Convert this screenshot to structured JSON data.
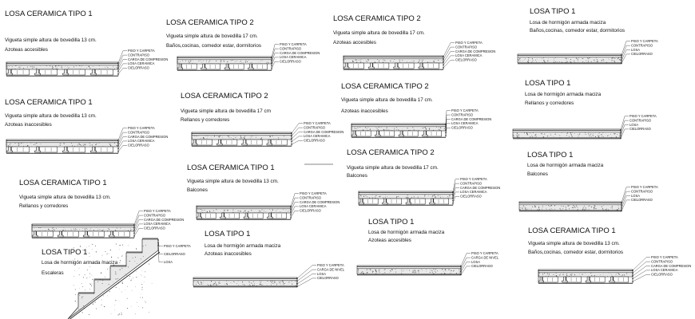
{
  "sections": [
    {
      "title": "LOSA CERAMICA TIPO 1",
      "line1": "Vigueta simple altura de bovedilla 13 cm.",
      "line2": "Azoteas accesibles",
      "labels": [
        "PISO Y CARPETA",
        "CONTRAPISO",
        "CARGA DE COMPRESION",
        "LOSA CERAMICA",
        "CIELORRASO"
      ]
    },
    {
      "title": "LOSA CERAMICA TIPO 2",
      "line1": "Vigueta simple altura de bovedilla 17 cm.",
      "line2": "Baños,cocinas, comedor estar, dormitorios",
      "labels": [
        "PISO Y CARPETA",
        "CONTRAPISO",
        "CARGA DE COMPRESION",
        "LOSA CERAMICA",
        "CIELORRASO"
      ]
    },
    {
      "title": "LOSA CERAMICA TIPO 2",
      "line1": "Vigueta simple altura de bovedilla 17 cm.",
      "line2": "Azoteas accesibles",
      "labels": [
        "PISO Y CARPETA",
        "CONTRAPISO",
        "CARGA DE COMPRESION",
        "LOSA CERAMICA",
        "CIELORRASO"
      ]
    },
    {
      "title": "LOSA TIPO 1",
      "line1": "Losa de hormigón armada maciza",
      "line2": "Baños,cocinas, comedor estar, dormitorios",
      "labels": [
        "PISO Y CARPETA",
        "CONTRAPISO",
        "LOSA",
        "CIELORRASO"
      ]
    },
    {
      "title": "LOSA CERAMICA TIPO 1",
      "line1": "Vigueta simple altura de bovedilla 13 cm.",
      "line2": "Azoteas inaccesibles",
      "labels": [
        "PISO Y CARPETA",
        "CONTRAPISO",
        "CARGA DE COMPRESION",
        "LOSA CERAMICA",
        "CIELORRASO"
      ]
    },
    {
      "title": "LOSA CERAMICA TIPO 2",
      "line1": "Vigueta simple altura de bovedilla 17 cm",
      "line2": "Rellanos y corredores",
      "labels": [
        "PISO Y CARPETA",
        "CONTRAPISO",
        "CARGA DE COMPRESION",
        "LOSA CERAMICA",
        "CIELORRASO"
      ]
    },
    {
      "title": "LOSA CERAMICA TIPO 2",
      "line1": "Vigueta simple altura de bovedilla 17 cm.",
      "line2": "Azoteas inaccesibles",
      "labels": [
        "PISO Y CARPETA",
        "CONTRAPISO",
        "CARGA DE COMPRESION",
        "LOSA CERAMICA",
        "CIELORRASO"
      ]
    },
    {
      "title": "LOSA TIPO 1",
      "line1": "Losa de hormigón armada maciza",
      "line2": "Rellanos y corredores",
      "labels": [
        "PISO Y CARPETA",
        "CONTRAPISO",
        "LOSA",
        "CIELORRASO"
      ]
    },
    {
      "title": "LOSA CERAMICA TIPO 1",
      "line1": "Vigueta simple altura de bovedilla 13 cm.",
      "line2": "Balcones",
      "labels": [
        "PISO Y CARPETA",
        "CONTRAPISO",
        "CARGA DE COMPRESION",
        "LOSA CERAMICA",
        "CIELORRASO"
      ]
    },
    {
      "title": "LOSA CERAMICA TIPO 2",
      "line1": "Vigueta simple altura de bovedilla 17 cm.",
      "line2": "Balcones",
      "labels": [
        "PISO Y CARPETA",
        "CONTRAPISO",
        "CARGA DE COMPRESION",
        "LOSA CERAMICA",
        "CIELORRASO"
      ]
    },
    {
      "title": "LOSA TIPO 1",
      "line1": "Losa de hormigón armada maciza",
      "line2": "Balcones",
      "labels": [
        "PISO Y CARPETA",
        "CONTRAPISO",
        "LOSA",
        "CIELORRASO"
      ]
    },
    {
      "title": "LOSA CERAMICA TIPO 1",
      "line1": "Vigueta simple altura de bovedilla 13 cm.",
      "line2": "Rellanos y corredores",
      "labels": [
        "PISO Y CARPETA",
        "CONTRAPISO",
        "CARGA DE COMPRESION",
        "LOSA CERAMICA",
        "CIELORRASO"
      ]
    },
    {
      "title": "LOSA TIPO 1",
      "line1": "Losa de hormigón armada maciza",
      "line2": "Azoteas inaccesibles",
      "labels": [
        "PISO Y CARPETA",
        "CARGA DE NIVEL",
        "LOSA",
        "CIELORRASO"
      ]
    },
    {
      "title": "LOSA TIPO 1",
      "line1": "Losa de hormigón armada maciza",
      "line2": "Azoteas accesibles",
      "labels": [
        "PISO Y CARPETA",
        "CARGA DE NIVEL",
        "LOSA",
        "CIELORRASO"
      ]
    },
    {
      "title": "LOSA CERAMICA TIPO 1",
      "line1": "Vigueta simple altura de bovedilla 13 cm.",
      "line2": "Baños,cocinas, comedor estar, dormitorios",
      "labels": [
        "PISO Y CARPETA",
        "CONTRAPISO",
        "CARGA DE COMPRESION",
        "LOSA CERAMICA",
        "CIELORRASO"
      ]
    },
    {
      "title": "LOSA TIPO 1",
      "line1": "Losa de hormigón armada maciza",
      "line2": "Escaleras",
      "labels": [
        "PISO Y CARPETA",
        "CIELORRASO",
        "LOSA"
      ]
    }
  ],
  "colors": {
    "ink": "#111111",
    "hatch": "#555555",
    "fill": "#e9e9e9"
  }
}
